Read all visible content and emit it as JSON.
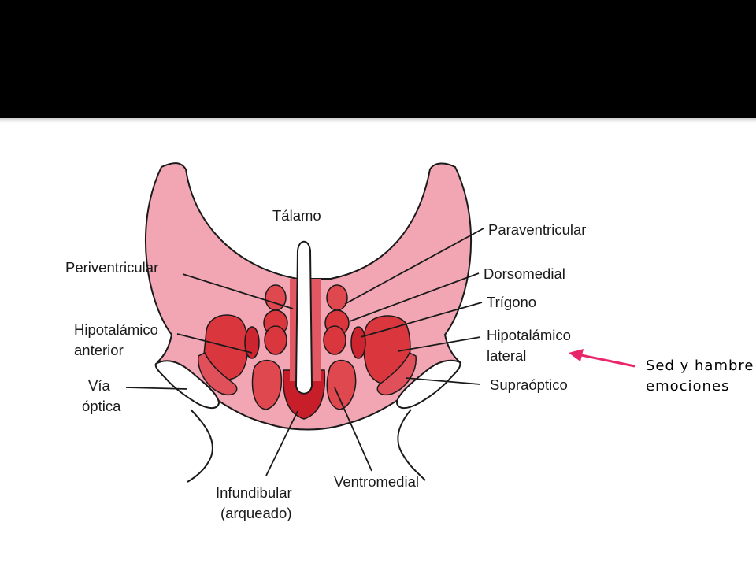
{
  "diagram": {
    "labels": {
      "talamo": "Tálamo",
      "paraventricular": "Paraventricular",
      "periventricular": "Periventricular",
      "dorsomedial": "Dorsomedial",
      "trigono": "Trígono",
      "hipotalamico_anterior_1": "Hipotalámico",
      "hipotalamico_anterior_2": "anterior",
      "hipotalamico_lateral_1": "Hipotalámico",
      "hipotalamico_lateral_2": "lateral",
      "via_optica_1": "Vía",
      "via_optica_2": "óptica",
      "supraoptico": "Supraóptico",
      "infundibular_1": "Infundibular",
      "infundibular_2": "(arqueado)",
      "ventromedial": "Ventromedial"
    }
  },
  "annotation": {
    "line1": "Sed y hambre",
    "line2": "emociones",
    "arrow_color": "#e8246a"
  },
  "colors": {
    "tissue": "#f2a6b4",
    "nucleus": "#d9363e",
    "nucleus_dark": "#c81e2a",
    "outline": "#1a1a1a"
  }
}
